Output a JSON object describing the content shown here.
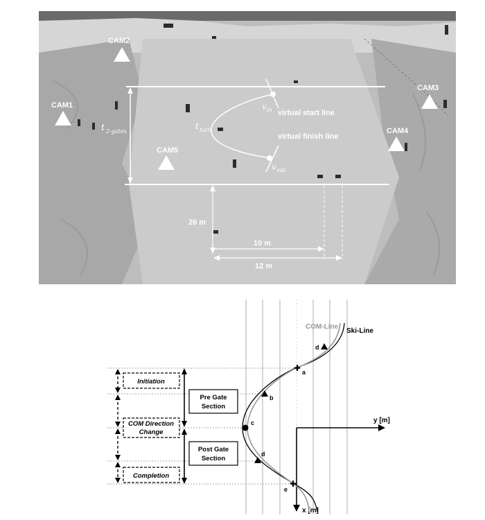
{
  "photo": {
    "cameras": [
      "CAM1",
      "CAM2",
      "CAM3",
      "CAM4",
      "CAM5"
    ],
    "labels": {
      "t_two_gates": "t",
      "t_two_gates_sub": "2-gates",
      "t_turn": "t",
      "t_turn_sub": "turn",
      "v_in": "v",
      "v_in_sub": "in",
      "v_out": "v",
      "v_out_sub": "out",
      "virtual_start_line": "virtual start line",
      "virtual_finish_line": "virtual finish line",
      "dist_26": "26 m",
      "dist_10": "10 m",
      "dist_12": "12 m"
    }
  },
  "diagram": {
    "phases": {
      "initiation": "Initiation",
      "com_direction_change_1": "COM Direction",
      "com_direction_change_2": "Change",
      "completion": "Completion"
    },
    "sections": {
      "pre_gate_1": "Pre Gate",
      "pre_gate_2": "Section",
      "post_gate_1": "Post Gate",
      "post_gate_2": "Section"
    },
    "lines": {
      "com_line": "COM-Line",
      "ski_line": "Ski-Line"
    },
    "axes": {
      "y_label": "y [m]",
      "x_label": "x [m]"
    },
    "points": [
      "a",
      "b",
      "c",
      "d",
      "d",
      "e"
    ]
  }
}
